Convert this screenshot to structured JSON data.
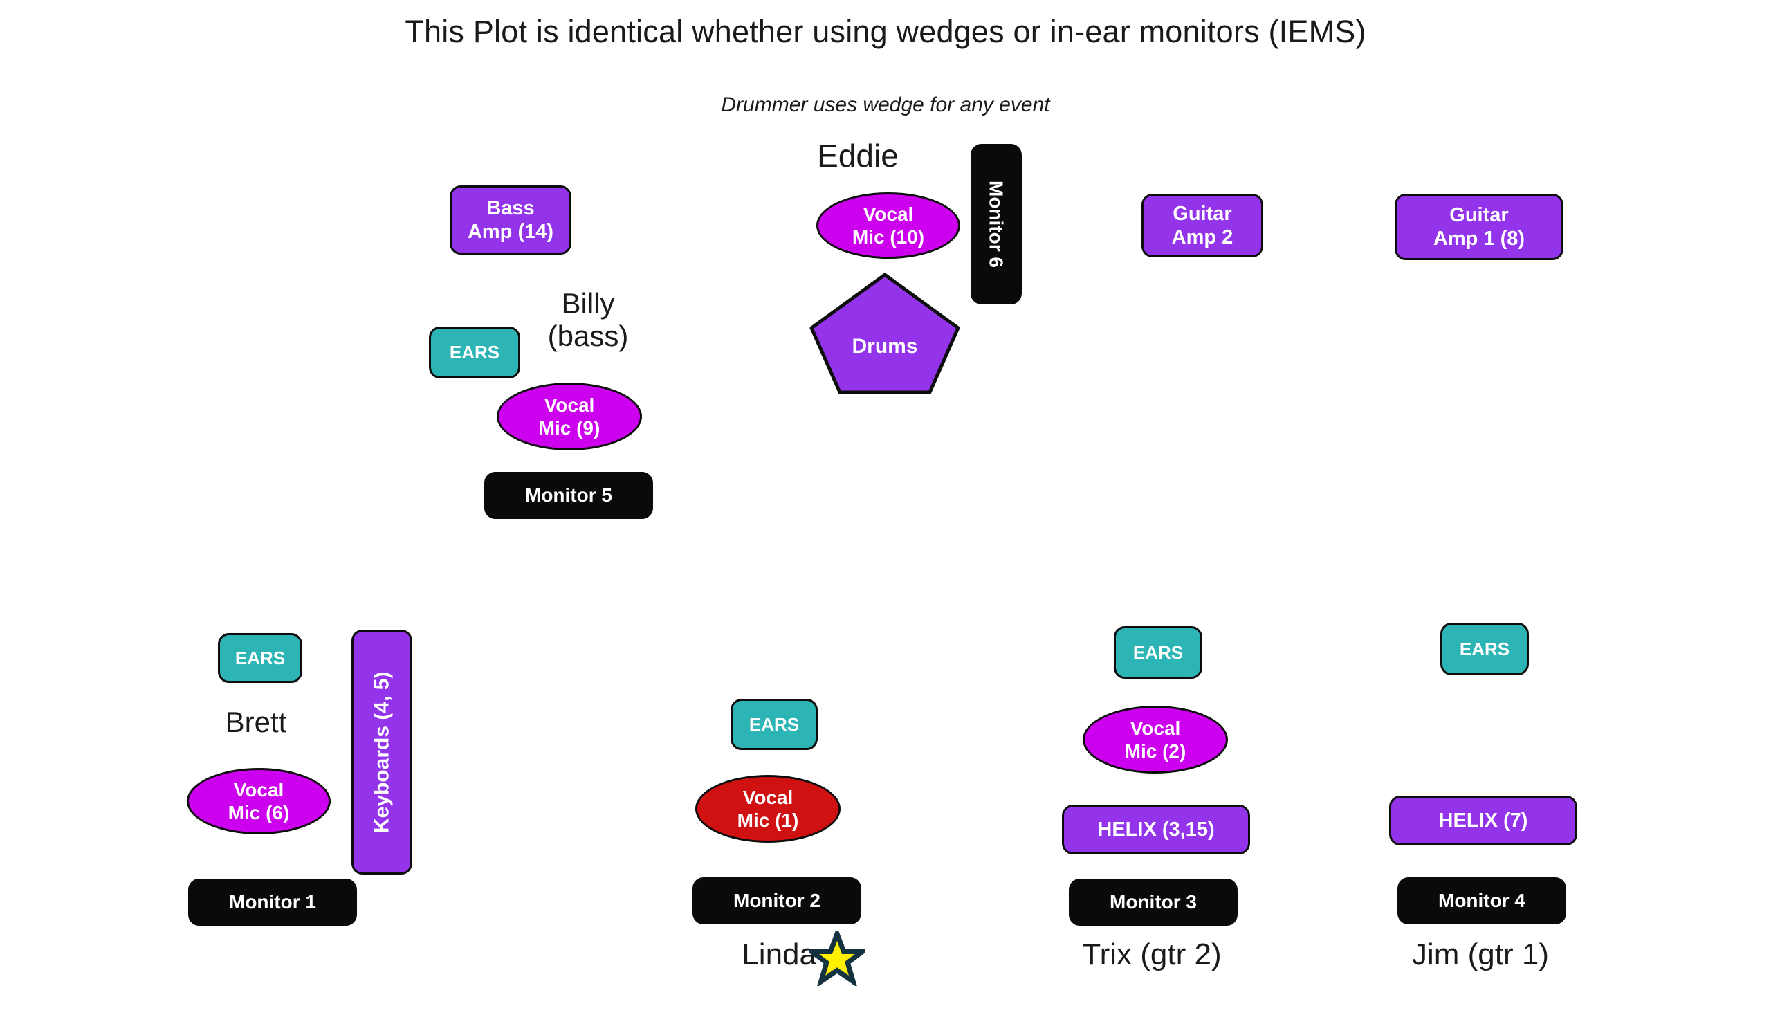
{
  "header": {
    "title": "This Plot is identical whether using wedges or in-ear monitors (IEMS)",
    "subtitle": "Drummer uses wedge for any event"
  },
  "colors": {
    "purple": "#9333ea",
    "magenta": "#cc00ee",
    "teal": "#2db5b5",
    "black": "#0a0a0a",
    "red": "#cf1111",
    "star_fill": "#fff000",
    "star_stroke": "#14323f",
    "outline": "#0d0d0d",
    "background": "#ffffff"
  },
  "performers": {
    "billy": {
      "name_label": "Billy\n(bass)",
      "bass_amp": "Bass\nAmp (14)",
      "ears": "EARS",
      "vocal_mic": "Vocal\nMic (9)",
      "monitor": "Monitor 5"
    },
    "eddie": {
      "name_label": "Eddie",
      "vocal_mic": "Vocal\nMic (10)",
      "monitor": "Monitor 6",
      "drums": "Drums"
    },
    "brett": {
      "name_label": "Brett",
      "ears": "EARS",
      "vocal_mic": "Vocal\nMic (6)",
      "keyboards": "Keyboards (4, 5)",
      "monitor": "Monitor 1"
    },
    "linda": {
      "name_label": "Linda",
      "ears": "EARS",
      "vocal_mic": "Vocal\nMic (1)",
      "monitor": "Monitor 2",
      "star": "star-icon"
    },
    "trix": {
      "name_label": "Trix (gtr 2)",
      "ears": "EARS",
      "vocal_mic": "Vocal\nMic (2)",
      "helix": "HELIX (3,15)",
      "monitor": "Monitor 3"
    },
    "jim": {
      "name_label": "Jim (gtr 1)",
      "ears": "EARS",
      "helix": "HELIX (7)",
      "monitor": "Monitor 4"
    }
  },
  "backline": {
    "guitar_amp_2": "Guitar\nAmp 2",
    "guitar_amp_1": "Guitar\nAmp 1 (8)"
  }
}
